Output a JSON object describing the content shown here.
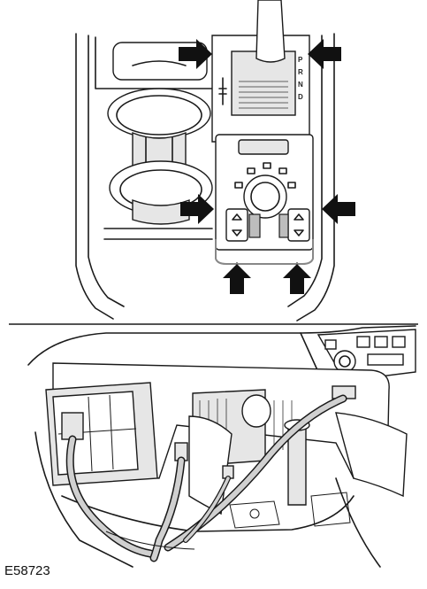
{
  "figure": {
    "id_label": "E58723",
    "gear_letters": [
      "P",
      "R",
      "N",
      "D"
    ]
  },
  "top_view": {
    "callout_arrows": [
      "arrow-upper-left",
      "arrow-upper-right",
      "arrow-middle-left",
      "arrow-middle-right",
      "arrow-bottom-left",
      "arrow-bottom-right"
    ]
  },
  "colors": {
    "line": "#1a1a1a",
    "fill_light": "#e6e6e6",
    "fill_dark": "#bdbdbd",
    "arrow": "#111111",
    "highlight_bracket": "#888888"
  }
}
